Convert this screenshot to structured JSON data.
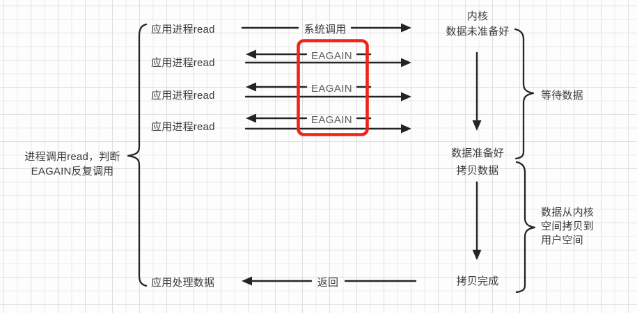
{
  "colors": {
    "line": "#242424",
    "text": "#3b3b3b",
    "muted_text": "#5f5f5f",
    "highlight": "#ef2418",
    "grid_minor": "#ececec",
    "grid_major": "#dfdfdf",
    "background": "#fdfdfd"
  },
  "diagram": {
    "left_note": "进程调用read，判断\nEAGAIN反复调用",
    "app_rows": [
      {
        "label": "应用进程read"
      },
      {
        "label": "应用进程read"
      },
      {
        "label": "应用进程read"
      },
      {
        "label": "应用进程read"
      }
    ],
    "app_result_label": "应用处理数据",
    "arrows": {
      "syscall_label": "系统调用",
      "eagain_labels": [
        {
          "label": "EAGAIN"
        },
        {
          "label": "EAGAIN"
        },
        {
          "label": "EAGAIN"
        }
      ],
      "return_label": "返回"
    },
    "kernel": {
      "state_initial": "内核\n数据未准备好",
      "state_ready": "数据准备好",
      "action_copy": "拷贝数据",
      "state_done": "拷贝完成"
    },
    "annotations": {
      "wait": "等待数据",
      "copy": "数据从内核\n空间拷贝到\n用户空间"
    }
  }
}
